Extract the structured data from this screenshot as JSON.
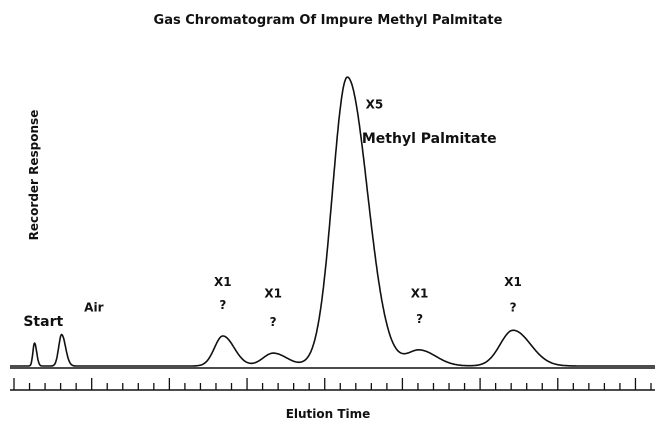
{
  "chart_data": {
    "type": "line",
    "title": "Gas Chromatogram Of Impure Methyl Palmitate",
    "xlabel": "Elution Time",
    "ylabel": "Recorder Response",
    "grid": false,
    "legend": "none",
    "xlim": [
      0,
      100
    ],
    "ylim": [
      0,
      100
    ],
    "series": [
      {
        "peaks": [
          {
            "x": 3.8,
            "height": 8,
            "width": 0.25
          },
          {
            "x": 8.0,
            "height": 11,
            "width": 0.45
          },
          {
            "x": 33.0,
            "height": 10.5,
            "width": 1.3
          },
          {
            "x": 40.8,
            "height": 4.5,
            "width": 1.6
          },
          {
            "x": 52.3,
            "height": 101,
            "width": 2.3
          },
          {
            "x": 63.5,
            "height": 5.5,
            "width": 1.9
          },
          {
            "x": 78.0,
            "height": 12.5,
            "width": 2.0
          }
        ]
      }
    ],
    "annotations": [
      {
        "text": "Start",
        "x": 3.0,
        "y": 14
      },
      {
        "text": "Air",
        "x": 11.5,
        "y": 19
      },
      {
        "text": "X1",
        "x": 33.0,
        "y": 28
      },
      {
        "text": "?",
        "x": 33.0,
        "y": 20
      },
      {
        "text": "X1",
        "x": 40.8,
        "y": 24
      },
      {
        "text": "?",
        "x": 40.8,
        "y": 14
      },
      {
        "text": "X5",
        "x": 56.5,
        "y": 90
      },
      {
        "text": "Methyl Palmitate",
        "x": 65.0,
        "y": 78
      },
      {
        "text": "X1",
        "x": 63.5,
        "y": 24
      },
      {
        "text": "?",
        "x": 63.5,
        "y": 15
      },
      {
        "text": "X1",
        "x": 78.0,
        "y": 28
      },
      {
        "text": "?",
        "x": 78.0,
        "y": 19
      }
    ],
    "time_marks": {
      "count": 42
    }
  }
}
